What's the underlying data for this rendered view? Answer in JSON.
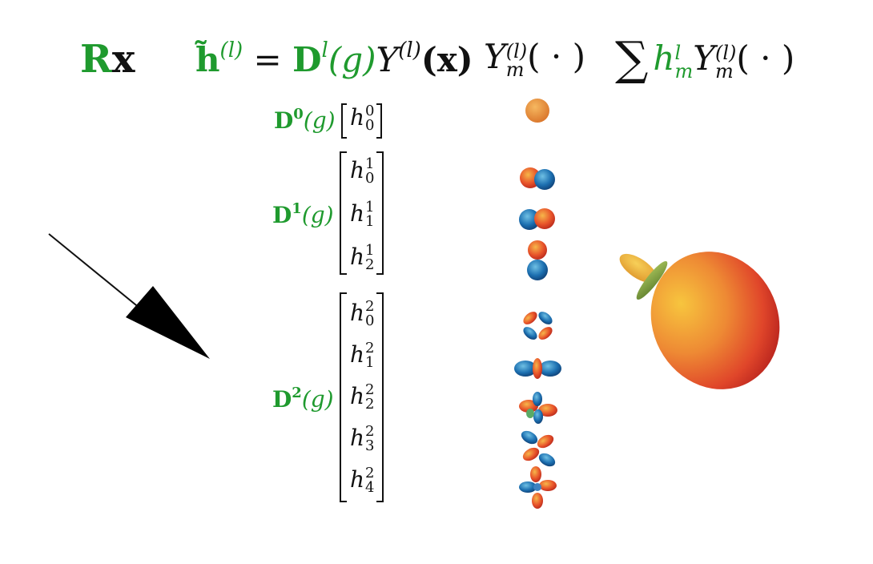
{
  "header": {
    "rx": {
      "R": "R",
      "x": "x"
    },
    "eq1": {
      "h": "h̃",
      "h_sup": "(l)",
      "equals": " = ",
      "D": "D",
      "D_sup": "l",
      "g": "(g)",
      "Y": "Y",
      "Y_sup": "(l)",
      "x": "(x)"
    },
    "eq2": {
      "Y": "Y",
      "sup": "(l)",
      "sub": "m",
      "arg": "( · )"
    },
    "eq3": {
      "sum": "∑",
      "h": "h",
      "h_sup": "l",
      "h_sub": "m",
      "Y": "Y",
      "Y_sup": "(l)",
      "Y_sub": "m",
      "arg": "( · )"
    }
  },
  "blocks": [
    {
      "label": "D",
      "label_sup": "0",
      "label_arg": "(g)",
      "entries": [
        {
          "sup": "0",
          "sub": "0"
        }
      ]
    },
    {
      "label": "D",
      "label_sup": "1",
      "label_arg": "(g)",
      "entries": [
        {
          "sup": "1",
          "sub": "0"
        },
        {
          "sup": "1",
          "sub": "1"
        },
        {
          "sup": "1",
          "sub": "2"
        }
      ]
    },
    {
      "label": "D",
      "label_sup": "2",
      "label_arg": "(g)",
      "entries": [
        {
          "sup": "2",
          "sub": "0"
        },
        {
          "sup": "2",
          "sub": "1"
        },
        {
          "sup": "2",
          "sub": "2"
        },
        {
          "sup": "2",
          "sub": "3"
        },
        {
          "sup": "2",
          "sub": "4"
        }
      ]
    }
  ],
  "entry_symbol": "h",
  "colors": {
    "green": "#1f9a2e",
    "black": "#111111",
    "harmonic_warm": "#e8542a",
    "harmonic_warm_light": "#f4a23a",
    "harmonic_cool": "#1c6fb0",
    "harmonic_cool_light": "#5fa9d8",
    "lobe_main": "#e9632e",
    "lobe_highlight": "#f5b13a",
    "ring": "#7a9a3c"
  },
  "icons": [
    "arrow-icon",
    "spherical-harmonic-icon",
    "combined-lobe-icon"
  ]
}
